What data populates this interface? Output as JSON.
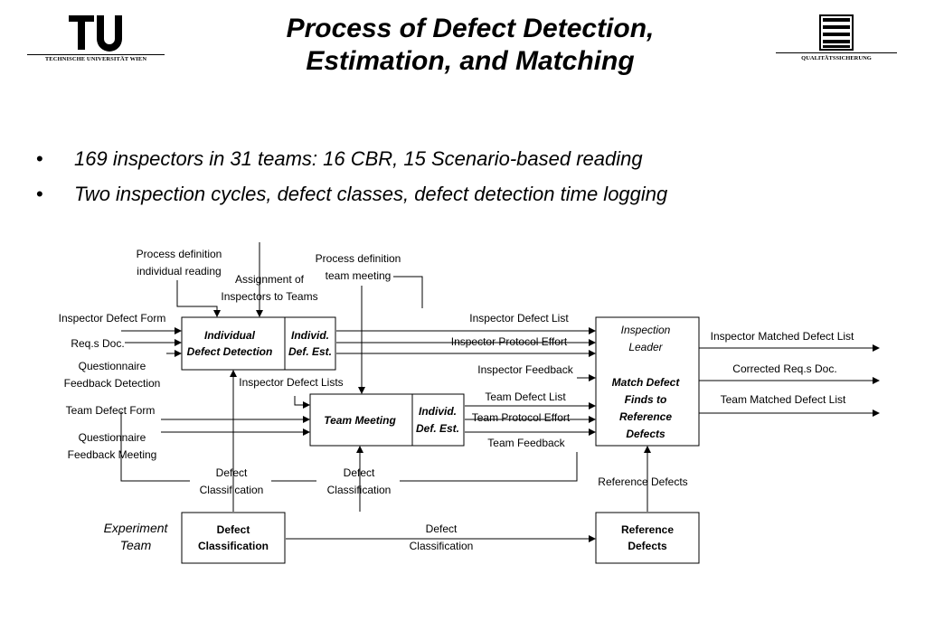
{
  "header": {
    "title_line1": "Process of Defect Detection,",
    "title_line2": "Estimation, and Matching",
    "left_logo": {
      "mark": "TU",
      "caption": "TECHNISCHE UNIVERSITÄT WIEN"
    },
    "right_logo": {
      "caption": "QUALITÄTSSICHERUNG"
    }
  },
  "bullets": [
    "169 inspectors in 31 teams: 16 CBR, 15 Scenario-based reading",
    "Two inspection cycles, defect classes, defect detection time logging"
  ],
  "diagram": {
    "boxes": {
      "individual_detection": {
        "line1": "Individual",
        "line2": "Defect Detection"
      },
      "individual_estimation_1": {
        "line1": "Individ.",
        "line2": "Def. Est."
      },
      "team_meeting": {
        "line1": "Team Meeting"
      },
      "individual_estimation_2": {
        "line1": "Individ.",
        "line2": "Def. Est."
      },
      "inspection_leader": {
        "line1": "Inspection",
        "line2": "Leader",
        "line3": "Match Defect",
        "line4": "Finds to",
        "line5": "Reference",
        "line6": "Defects"
      },
      "defect_classification": {
        "line1": "Defect",
        "line2": "Classification"
      },
      "reference_defects": {
        "line1": "Reference",
        "line2": "Defects"
      }
    },
    "labels": {
      "process_def_individual": {
        "line1": "Process definition",
        "line2": "individual reading"
      },
      "assignment": {
        "line1": "Assignment of",
        "line2": "Inspectors to Teams"
      },
      "process_def_team": {
        "line1": "Process definition",
        "line2": "team meeting"
      },
      "inspector_defect_form": "Inspector Defect Form",
      "reqs_doc": "Req.s Doc.",
      "questionnaire_detection": {
        "line1": "Questionnaire",
        "line2": "Feedback Detection"
      },
      "team_defect_form": "Team Defect Form",
      "questionnaire_meeting": {
        "line1": "Questionnaire",
        "line2": "Feedback Meeting"
      },
      "inspector_defect_lists": "Inspector Defect Lists",
      "inspector_defect_list": "Inspector Defect List",
      "inspector_protocol_effort": "Inspector Protocol Effort",
      "inspector_feedback": "Inspector Feedback",
      "team_defect_list": "Team Defect List",
      "team_protocol_effort": "Team Protocol Effort",
      "team_feedback": "Team Feedback",
      "inspector_matched_defect_list": "Inspector Matched Defect List",
      "corrected_reqs_doc": "Corrected Req.s Doc.",
      "team_matched_defect_list": "Team Matched Defect List",
      "reference_defects_label": "Reference Defects",
      "defect_classification_a": {
        "line1": "Defect",
        "line2": "Classification"
      },
      "defect_classification_b": {
        "line1": "Defect",
        "line2": "Classification"
      },
      "defect_classification_c": {
        "line1": "Defect",
        "line2": "Classification"
      },
      "experiment_team": {
        "line1": "Experiment",
        "line2": "Team"
      }
    }
  }
}
